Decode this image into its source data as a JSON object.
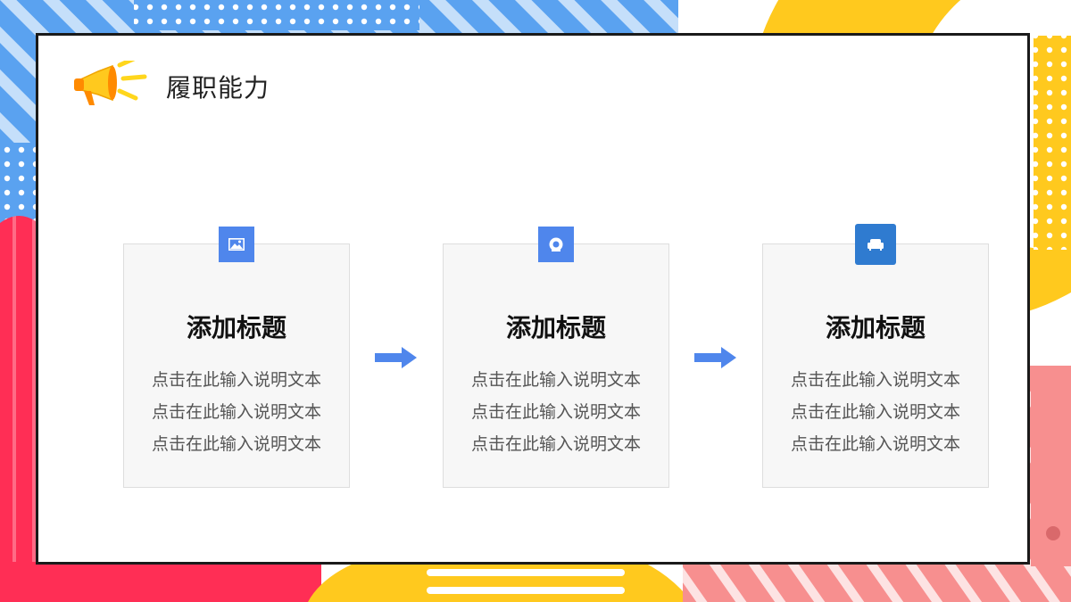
{
  "slide": {
    "title": "履职能力",
    "title_icon": "megaphone-icon"
  },
  "steps": [
    {
      "icon": "image-icon",
      "title": "添加标题",
      "lines": [
        "点击在此输入说明文本",
        "点击在此输入说明文本",
        "点击在此输入说明文本"
      ]
    },
    {
      "icon": "target-icon",
      "title": "添加标题",
      "lines": [
        "点击在此输入说明文本",
        "点击在此输入说明文本",
        "点击在此输入说明文本"
      ]
    },
    {
      "icon": "sofa-icon",
      "title": "添加标题",
      "lines": [
        "点击在此输入说明文本",
        "点击在此输入说明文本",
        "点击在此输入说明文本"
      ]
    }
  ],
  "colors": {
    "accent_blue": "#4f86ec",
    "icon_blue_dark": "#2f7bd0",
    "bg_blue": "#5aa2f0",
    "bg_yellow": "#ffc91e",
    "bg_red": "#ff2e55",
    "bg_pink": "#f78f8f"
  }
}
